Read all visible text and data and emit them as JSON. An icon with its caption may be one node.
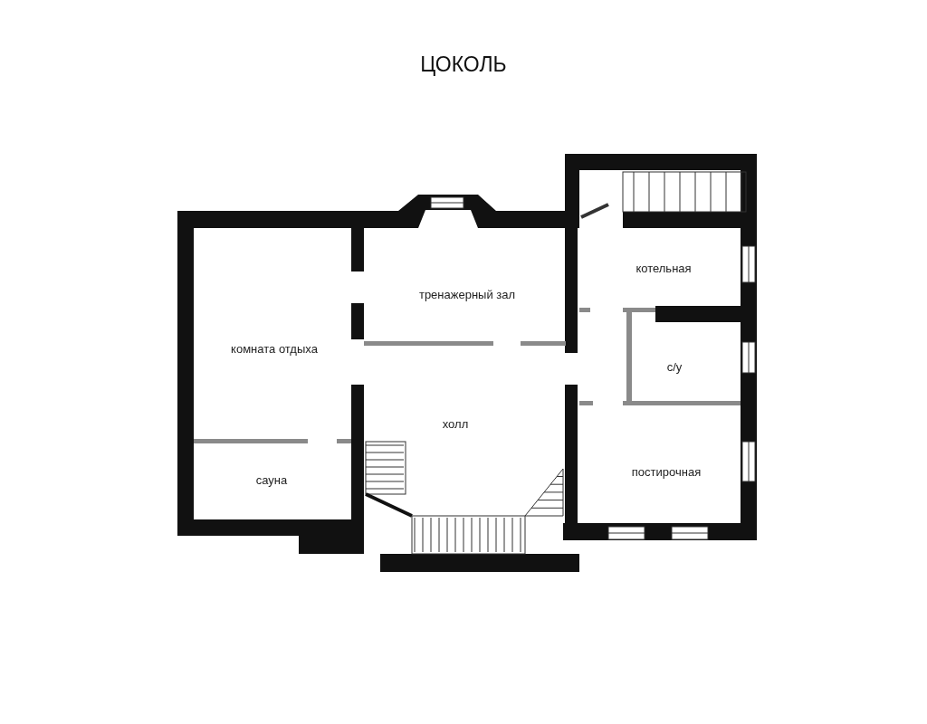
{
  "diagram": {
    "title": "ЦОКОЛЬ",
    "labels": [
      "тренажерный зал",
      "котельная",
      "комната отдыха",
      "с/у",
      "холл",
      "сауна",
      "постирочная"
    ]
  }
}
